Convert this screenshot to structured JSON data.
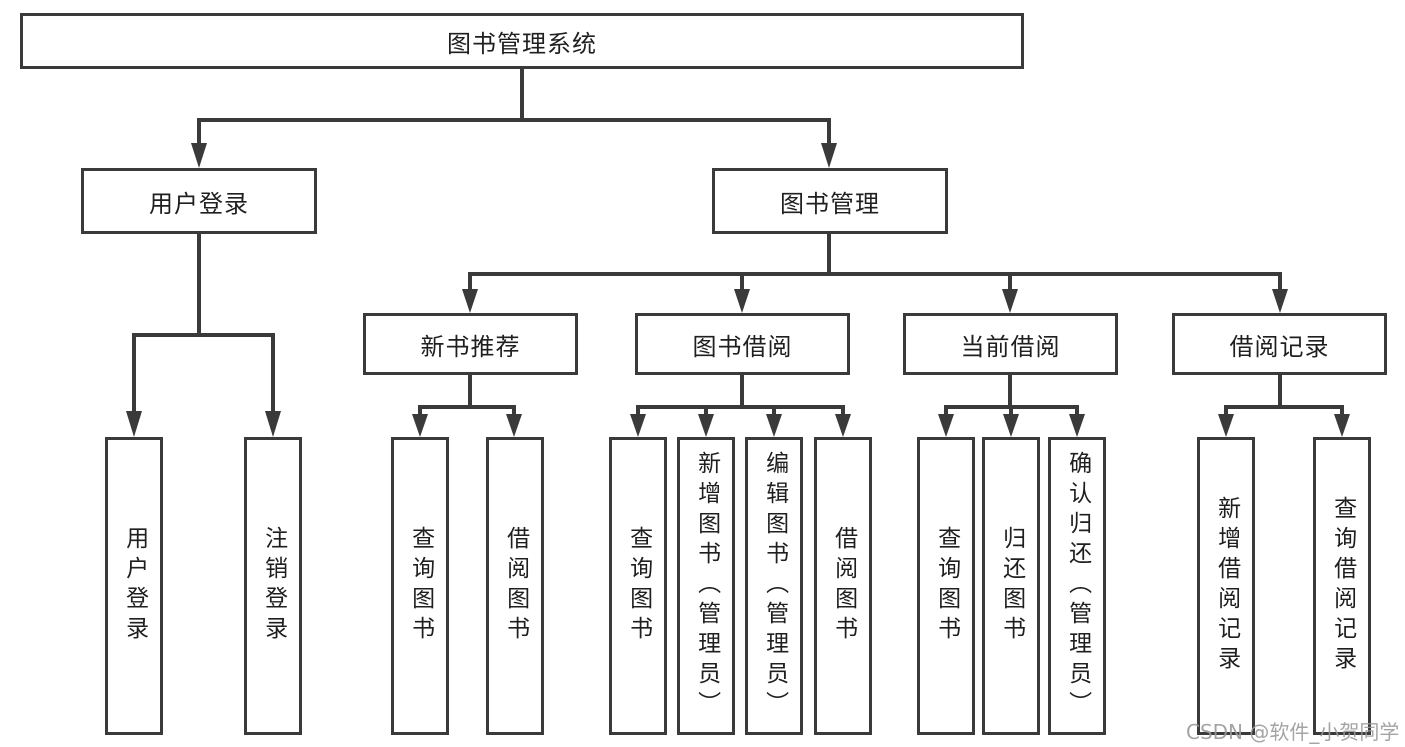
{
  "colors": {
    "line": "#3a3a3a",
    "box_border": "#3a3a3a",
    "text": "#1f1f1f",
    "watermark": "#9a9a9a",
    "background": "#ffffff"
  },
  "watermark": "CSDN @软件_小贺同学",
  "tree": {
    "root": {
      "label": "图书管理系统"
    },
    "branches": [
      {
        "label": "用户登录",
        "children": [
          {
            "label": "用户登录"
          },
          {
            "label": "注销登录"
          }
        ]
      },
      {
        "label": "图书管理",
        "children": [
          {
            "label": "新书推荐",
            "children": [
              {
                "label": "查询图书"
              },
              {
                "label": "借阅图书"
              }
            ]
          },
          {
            "label": "图书借阅",
            "children": [
              {
                "label": "查询图书"
              },
              {
                "label": "新增图书（管理员）"
              },
              {
                "label": "编辑图书（管理员）"
              },
              {
                "label": "借阅图书"
              }
            ]
          },
          {
            "label": "当前借阅",
            "children": [
              {
                "label": "查询图书"
              },
              {
                "label": "归还图书"
              },
              {
                "label": "确认归还（管理员）"
              }
            ]
          },
          {
            "label": "借阅记录",
            "children": [
              {
                "label": "新增借阅记录"
              },
              {
                "label": "查询借阅记录"
              }
            ]
          }
        ]
      }
    ]
  }
}
